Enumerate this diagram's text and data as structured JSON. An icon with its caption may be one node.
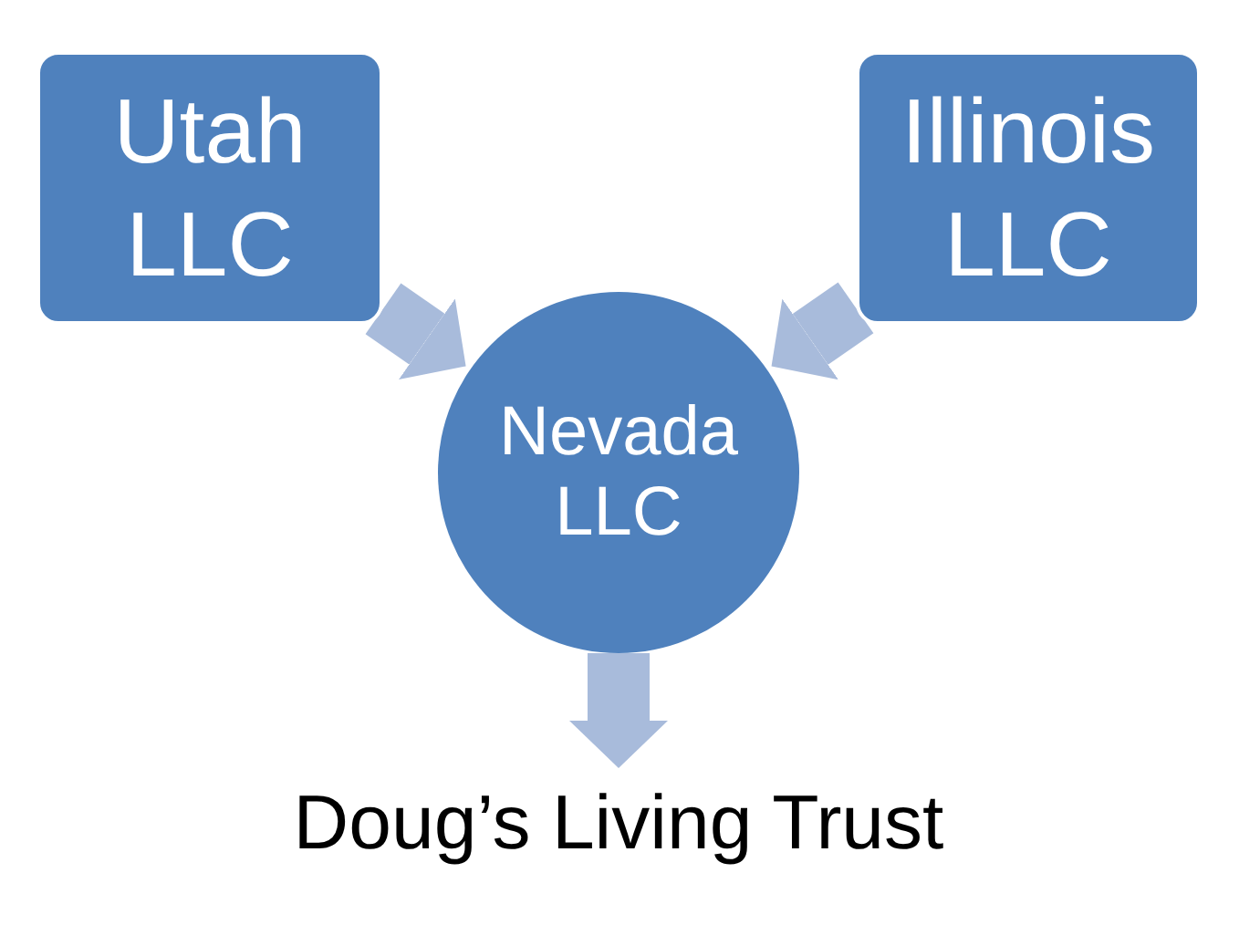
{
  "diagram": {
    "nodes": [
      {
        "text": [
          "Utah LLC"
        ]
      },
      {
        "text": [
          "Illinois LLC"
        ]
      },
      {
        "text": [
          "Nevada LLC"
        ]
      },
      {
        "text": [
          "Doug’s Living Trust"
        ]
      }
    ],
    "edges": [
      {
        "from": 0,
        "to": 2,
        "arrow": "to"
      },
      {
        "from": 1,
        "to": 2,
        "arrow": "to"
      },
      {
        "from": 2,
        "to": 3,
        "arrow": "to"
      }
    ]
  }
}
